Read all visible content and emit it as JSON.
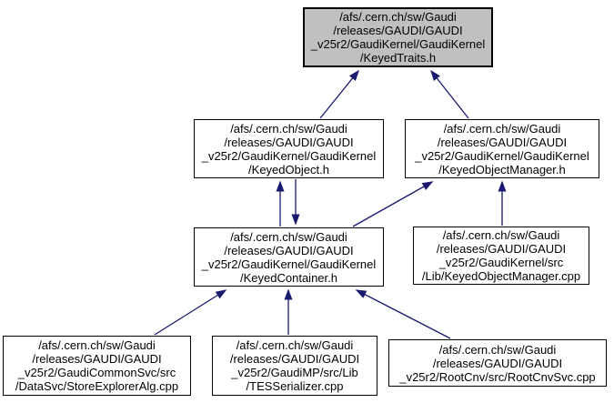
{
  "diagram": {
    "type": "include-dependency-graph",
    "nodes": [
      {
        "id": "keyed-traits-h",
        "lines": [
          "/afs/.cern.ch/sw/Gaudi",
          "/releases/GAUDI/GAUDI",
          "_v25r2/GaudiKernel/GaudiKernel",
          "/KeyedTraits.h"
        ],
        "current": true
      },
      {
        "id": "keyed-object-h",
        "lines": [
          "/afs/.cern.ch/sw/Gaudi",
          "/releases/GAUDI/GAUDI",
          "_v25r2/GaudiKernel/GaudiKernel",
          "/KeyedObject.h"
        ]
      },
      {
        "id": "keyed-object-manager-h",
        "lines": [
          "/afs/.cern.ch/sw/Gaudi",
          "/releases/GAUDI/GAUDI",
          "_v25r2/GaudiKernel/GaudiKernel",
          "/KeyedObjectManager.h"
        ]
      },
      {
        "id": "keyed-container-h",
        "lines": [
          "/afs/.cern.ch/sw/Gaudi",
          "/releases/GAUDI/GAUDI",
          "_v25r2/GaudiKernel/GaudiKernel",
          "/KeyedContainer.h"
        ]
      },
      {
        "id": "keyed-object-manager-cpp",
        "lines": [
          "/afs/.cern.ch/sw/Gaudi",
          "/releases/GAUDI/GAUDI",
          "_v25r2/GaudiKernel/src",
          "/Lib/KeyedObjectManager.cpp"
        ]
      },
      {
        "id": "store-explorer-alg-cpp",
        "lines": [
          "/afs/.cern.ch/sw/Gaudi",
          "/releases/GAUDI/GAUDI",
          "_v25r2/GaudiCommonSvc/src",
          "/DataSvc/StoreExplorerAlg.cpp"
        ]
      },
      {
        "id": "tes-serializer-cpp",
        "lines": [
          "/afs/.cern.ch/sw/Gaudi",
          "/releases/GAUDI/GAUDI",
          "_v25r2/GaudiMP/src/Lib",
          "/TESSerializer.cpp"
        ]
      },
      {
        "id": "root-cnv-svc-cpp",
        "lines": [
          "/afs/.cern.ch/sw/Gaudi",
          "/releases/GAUDI/GAUDI",
          "_v25r2/RootCnv/src/RootCnvSvc.cpp"
        ]
      }
    ],
    "edges": [
      {
        "from": "keyed-object-h",
        "to": "keyed-traits-h"
      },
      {
        "from": "keyed-object-manager-h",
        "to": "keyed-traits-h"
      },
      {
        "from": "keyed-container-h",
        "to": "keyed-object-h"
      },
      {
        "from": "keyed-object-h",
        "to": "keyed-container-h"
      },
      {
        "from": "keyed-container-h",
        "to": "keyed-object-manager-h"
      },
      {
        "from": "keyed-object-manager-cpp",
        "to": "keyed-object-manager-h"
      },
      {
        "from": "store-explorer-alg-cpp",
        "to": "keyed-container-h"
      },
      {
        "from": "tes-serializer-cpp",
        "to": "keyed-container-h"
      },
      {
        "from": "root-cnv-svc-cpp",
        "to": "keyed-container-h"
      }
    ],
    "colors": {
      "edge": "#191970",
      "node_border": "#000000",
      "node_fill": "#ffffff",
      "current_node_fill": "#c0c0c0",
      "background": "#ffffff"
    }
  }
}
